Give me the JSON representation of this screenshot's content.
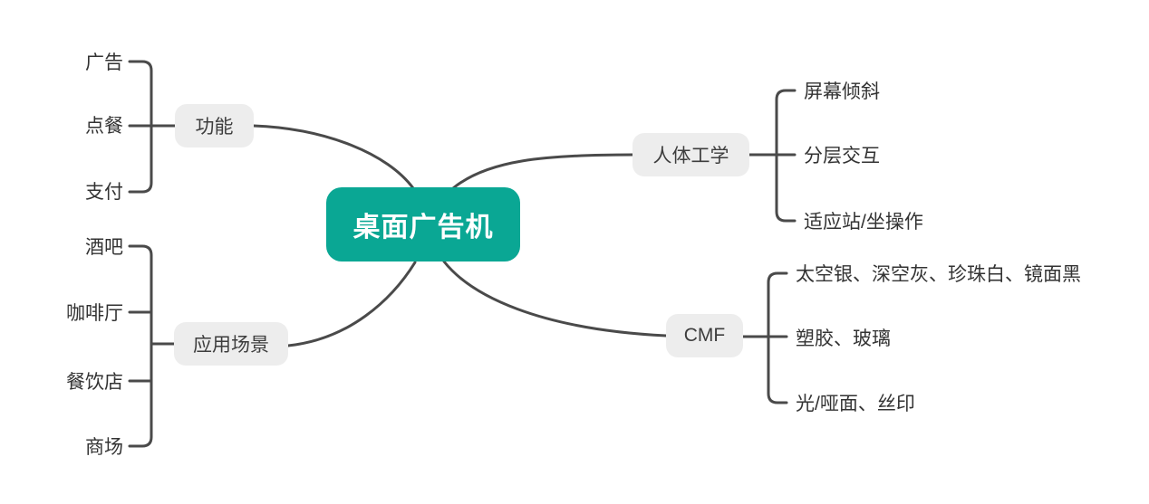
{
  "colors": {
    "canvas_bg": "#ffffff",
    "root_bg": "#0aa794",
    "root_text": "#ffffff",
    "branch_bg": "#ededed",
    "branch_text": "#3d3d3d",
    "leaf_text": "#333333",
    "line": "#4a4a4a"
  },
  "mindmap": {
    "root": {
      "label": "桌面广告机"
    },
    "branches": [
      {
        "label": "功能",
        "side": "left-top",
        "children": [
          "广告",
          "点餐",
          "支付"
        ]
      },
      {
        "label": "应用场景",
        "side": "left-bottom",
        "children": [
          "酒吧",
          "咖啡厅",
          "餐饮店",
          "商场"
        ]
      },
      {
        "label": "人体工学",
        "side": "right-top",
        "children": [
          "屏幕倾斜",
          "分层交互",
          "适应站/坐操作"
        ]
      },
      {
        "label": "CMF",
        "side": "right-bottom",
        "children": [
          "太空银、深空灰、珍珠白、镜面黑",
          "塑胶、玻璃",
          "光/哑面、丝印"
        ]
      }
    ]
  }
}
